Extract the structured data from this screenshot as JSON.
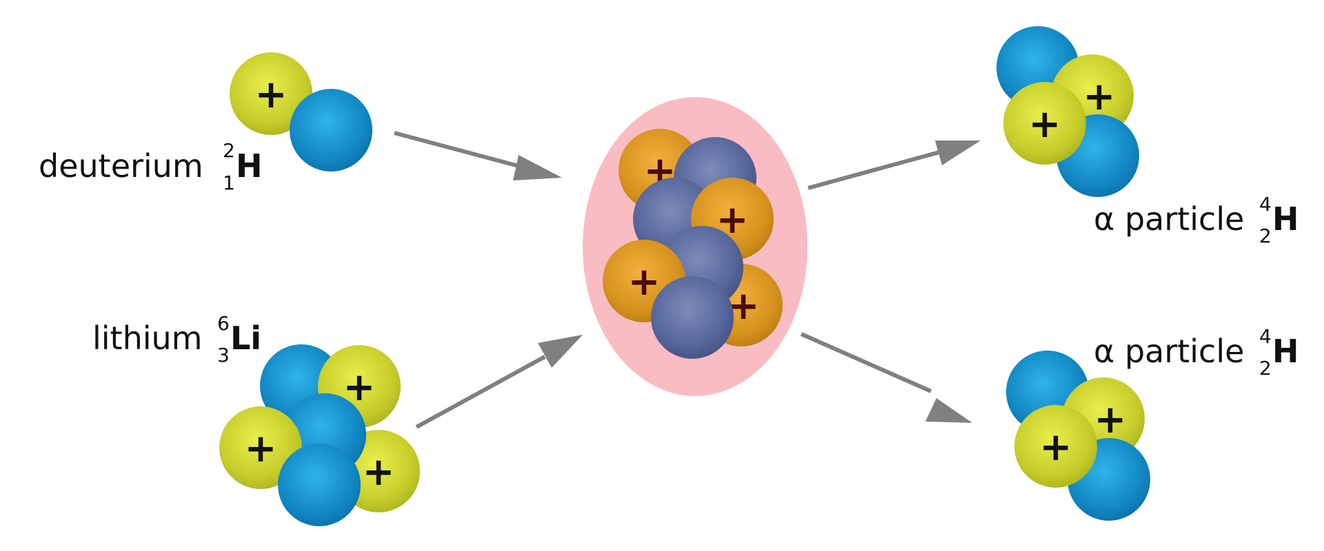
{
  "labels": {
    "deuterium": {
      "name": "deuterium",
      "mass": "2",
      "atomic": "1",
      "symbol": "H"
    },
    "lithium": {
      "name": "lithium",
      "mass": "6",
      "atomic": "3",
      "symbol": "Li"
    },
    "alpha_top": {
      "name": "α particle",
      "mass": "4",
      "atomic": "2",
      "symbol": "H"
    },
    "alpha_bottom": {
      "name": "α particle",
      "mass": "4",
      "atomic": "2",
      "symbol": "H"
    }
  },
  "proton_sign": "+",
  "colors": {
    "proton": "#c3cc2a",
    "neutron": "#1a8ac4",
    "compound_proton": "#d4921f",
    "compound_neutron": "#546494",
    "compound_nucleus": "#f9bcc2",
    "arrow": "#808080"
  }
}
